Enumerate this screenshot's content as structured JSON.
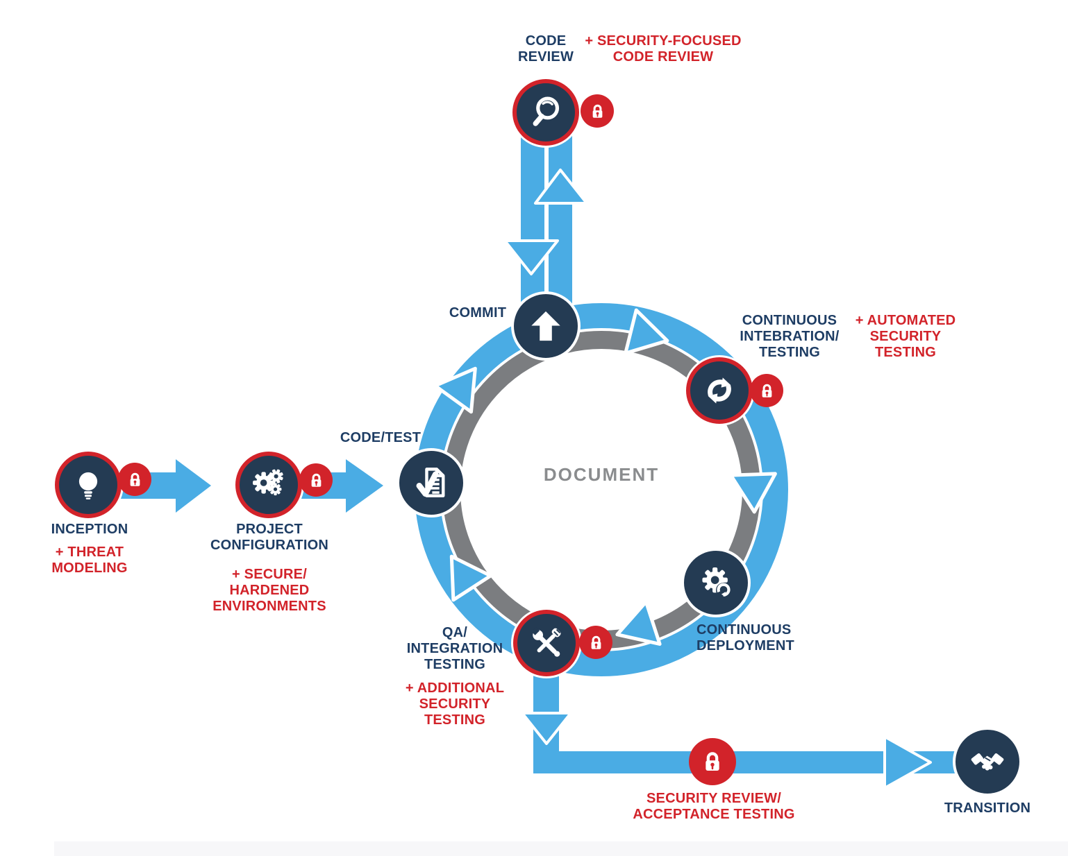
{
  "colors": {
    "node_navy": "#243b53",
    "arrow_blue": "#4aace4",
    "accent_red": "#d2232a",
    "ring_gray": "#7b7d80",
    "label_navy": "#1e3d64",
    "center_gray": "#8a8c8e"
  },
  "center": {
    "label": "DOCUMENT"
  },
  "nodes": {
    "inception": {
      "label": [
        "INCEPTION"
      ],
      "addition": [
        "+ THREAT",
        "MODELING"
      ],
      "icon": "lightbulb-icon",
      "lock": true
    },
    "project_configuration": {
      "label": [
        "PROJECT",
        "CONFIGURATION"
      ],
      "addition": [
        "+ SECURE/",
        "HARDENED",
        "ENVIRONMENTS"
      ],
      "icon": "gears-icon",
      "lock": true
    },
    "code_test": {
      "label": [
        "CODE/TEST"
      ],
      "icon": "document-check-icon",
      "lock": false
    },
    "commit": {
      "label": [
        "COMMIT"
      ],
      "icon": "up-arrow-icon",
      "lock": false
    },
    "code_review": {
      "label": [
        "CODE",
        "REVIEW"
      ],
      "addition": [
        "+ SECURITY-FOCUSED",
        "CODE REVIEW"
      ],
      "icon": "magnifier-icon",
      "lock": true
    },
    "continuous_integration_testing": {
      "label": [
        "CONTINUOUS",
        "INTEBRATION/",
        "TESTING"
      ],
      "addition": [
        "+ AUTOMATED",
        "SECURITY",
        "TESTING"
      ],
      "icon": "sync-icon",
      "lock": true
    },
    "continuous_deployment": {
      "label": [
        "CONTINUOUS",
        "DEPLOYMENT"
      ],
      "icon": "gear-sync-icon",
      "lock": false
    },
    "qa_integration_testing": {
      "label": [
        "QA/",
        "INTEGRATION",
        "TESTING"
      ],
      "addition": [
        "+ ADDITIONAL",
        "SECURITY",
        "TESTING"
      ],
      "icon": "tools-icon",
      "lock": true
    },
    "security_review_acceptance_testing": {
      "addition": [
        "SECURITY REVIEW/",
        "ACCEPTANCE TESTING"
      ],
      "icon": "lock-icon",
      "lock": true
    },
    "transition": {
      "label": [
        "TRANSITION"
      ],
      "icon": "handshake-icon",
      "lock": false
    }
  }
}
